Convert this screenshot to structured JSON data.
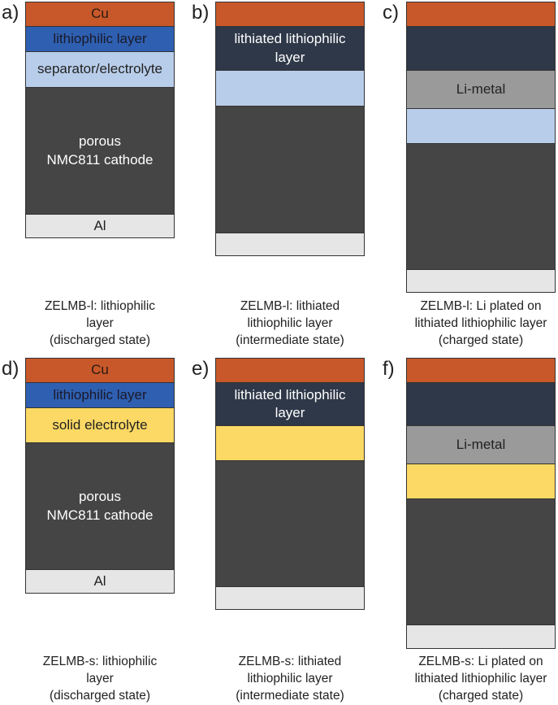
{
  "colors": {
    "cu": "#c8582a",
    "lithiophilic": "#2f5fb0",
    "lithiated": "#2e3848",
    "separator": "#b8cdea",
    "solid_electrolyte": "#fcd964",
    "cathode": "#454545",
    "al": "#e6e6e6",
    "li_metal": "#9a9a9a"
  },
  "panels": {
    "a": {
      "letter": "a)",
      "layers": {
        "cu": "Cu",
        "lithiophilic": "lithiophilic layer",
        "separator": "separator/electrolyte",
        "cathode": [
          "porous",
          "NMC811 cathode"
        ],
        "al": "Al"
      },
      "caption": [
        "ZELMB-l: lithiophilic",
        "layer",
        "(discharged state)"
      ]
    },
    "b": {
      "letter": "b)",
      "layers": {
        "lithiated": [
          "lithiated lithiophilic",
          "layer"
        ]
      },
      "caption": [
        "ZELMB-l: lithiated",
        "lithiophilic layer",
        "(intermediate state)"
      ]
    },
    "c": {
      "letter": "c)",
      "layers": {
        "li_metal": "Li-metal"
      },
      "caption": [
        "ZELMB-l: Li plated on",
        "lithiated lithiophilic layer",
        "(charged state)"
      ]
    },
    "d": {
      "letter": "d)",
      "layers": {
        "cu": "Cu",
        "lithiophilic": "lithiophilic layer",
        "solid": "solid electrolyte",
        "cathode": [
          "porous",
          "NMC811 cathode"
        ],
        "al": "Al"
      },
      "caption": [
        "ZELMB-s: lithiophilic",
        "layer",
        "(discharged state)"
      ]
    },
    "e": {
      "letter": "e)",
      "layers": {
        "lithiated": [
          "lithiated lithiophilic",
          "layer"
        ]
      },
      "caption": [
        "ZELMB-s: lithiated",
        "lithiophilic layer",
        "(intermediate state)"
      ]
    },
    "f": {
      "letter": "f)",
      "layers": {
        "li_metal": "Li-metal"
      },
      "caption": [
        "ZELMB-s: Li plated on",
        "lithiated lithiophilic layer",
        "(charged state)"
      ]
    }
  }
}
